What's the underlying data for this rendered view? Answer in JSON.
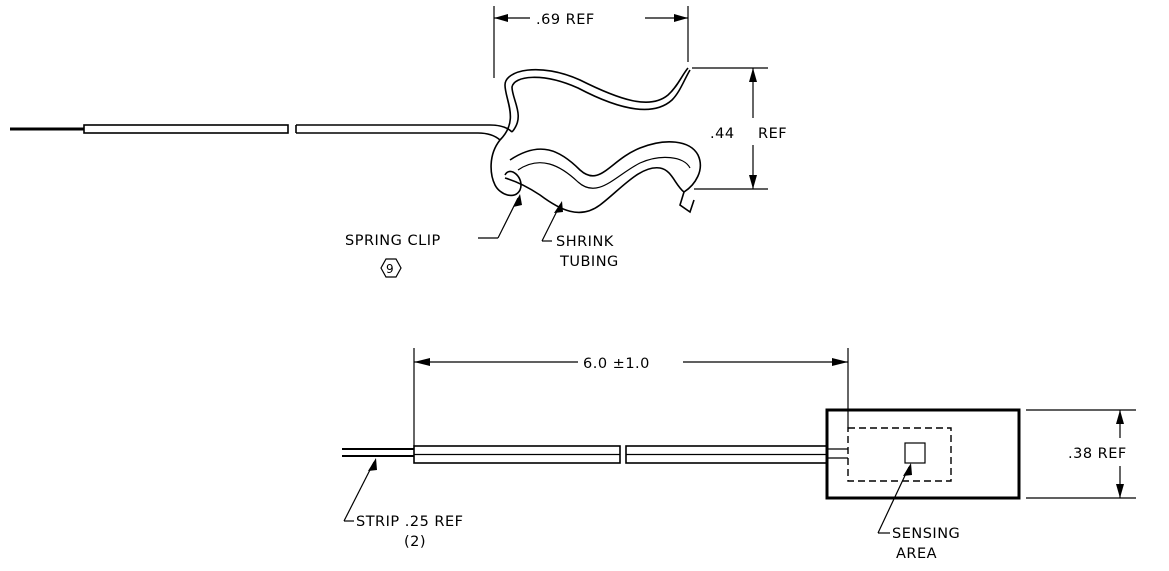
{
  "top_view": {
    "width_dim": ".69  REF",
    "height_dim_value": ".44",
    "height_dim_ref": "REF",
    "spring_clip_label": "SPRING  CLIP",
    "spring_clip_item": "9",
    "shrink_tubing_line1": "SHRINK",
    "shrink_tubing_line2": "TUBING"
  },
  "bottom_view": {
    "length_dim": "6.0  ±1.0",
    "height_dim": ".38  REF",
    "strip_label": "STRIP  .25  REF",
    "strip_qty": "(2)",
    "sensing_line1": "SENSING",
    "sensing_line2": "AREA"
  }
}
